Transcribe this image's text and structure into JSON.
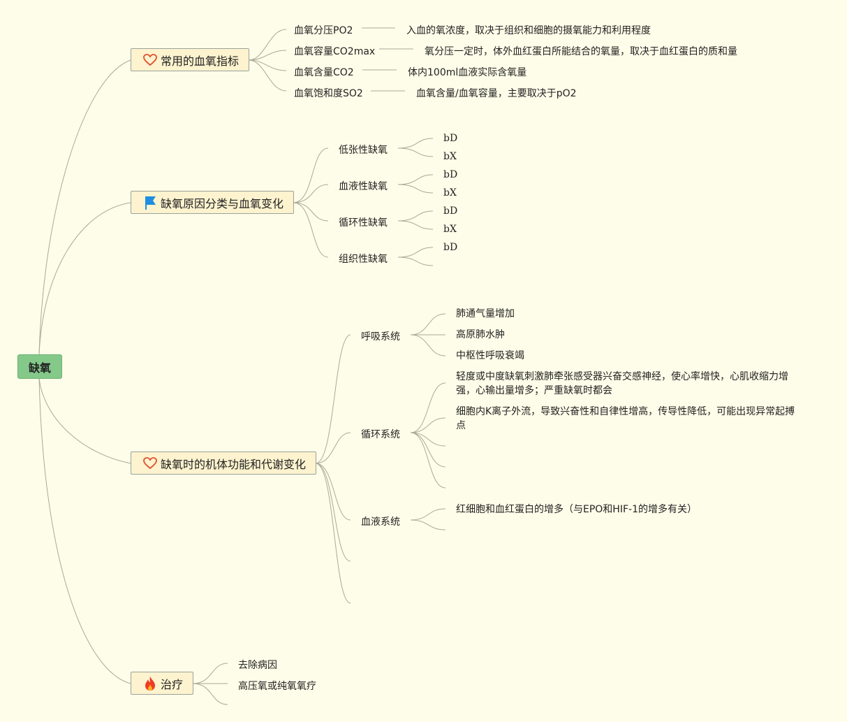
{
  "root": "缺氧",
  "branches": {
    "indicators": {
      "title": "常用的血氧指标",
      "icon": "heart-icon",
      "items": [
        {
          "name": "血氧分压PO2",
          "desc": "入血的氧浓度，取决于组织和细胞的摄氧能力和利用程度"
        },
        {
          "name": "血氧容量CO2max",
          "desc": "氧分压一定时，体外血红蛋白所能结合的氧量，取决于血红蛋白的质和量"
        },
        {
          "name": "血氧含量CO2",
          "desc": "体内100ml血液实际含氧量"
        },
        {
          "name": "血氧饱和度SO2",
          "desc": "血氧含量/血氧容量，主要取决于pO2"
        }
      ]
    },
    "causes": {
      "title": "缺氧原因分类与血氧变化",
      "icon": "flag-icon",
      "items": [
        {
          "name": "低张性缺氧",
          "leaves": [
            "bD",
            "bX"
          ]
        },
        {
          "name": "血液性缺氧",
          "leaves": [
            "bD",
            "bX"
          ]
        },
        {
          "name": "循环性缺氧",
          "leaves": [
            "bD",
            "bX"
          ]
        },
        {
          "name": "组织性缺氧",
          "leaves": [
            "bD"
          ]
        }
      ]
    },
    "changes": {
      "title": "缺氧时的机体功能和代谢变化",
      "icon": "heart-icon",
      "items": [
        {
          "name": "呼吸系统",
          "leaves": [
            "肺通气量增加",
            "高原肺水肿",
            "中枢性呼吸衰竭"
          ]
        },
        {
          "name": "循环系统",
          "leaves": [
            "轻度或中度缺氧刺激肺牵张感受器兴奋交感神经，使心率增快，心肌收缩力增强，心输出量增多；严重缺氧时都会",
            "细胞内K离子外流，导致兴奋性和自律性增高，传导性降低，可能出现异常起搏点"
          ]
        },
        {
          "name": "血液系统",
          "leaves": [
            "红细胞和血红蛋白的增多（与EPO和HIF-1的增多有关）"
          ]
        }
      ]
    },
    "treatment": {
      "title": "治疗",
      "icon": "fire-icon",
      "items": [
        "去除病因",
        "高压氧或纯氧氧疗"
      ]
    }
  },
  "colors": {
    "root_fill": "#85c98a",
    "main_fill": "#fdf3cf",
    "line": "#aaa99a",
    "background": "#fefde9"
  }
}
